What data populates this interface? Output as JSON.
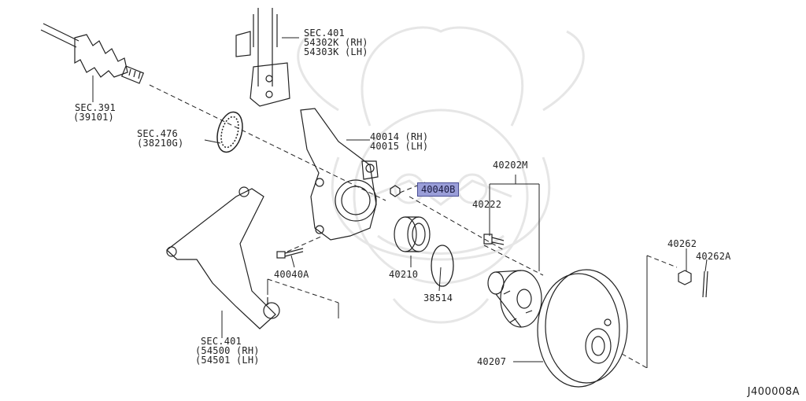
{
  "diagram": {
    "figure_code": "J400008A",
    "labels": {
      "sec391": "SEC.391",
      "p39101": "(39101)",
      "sec401_top": "SEC.401",
      "p54302k": "54302K (RH)",
      "p54303k": "54303K (LH)",
      "sec476": "SEC.476",
      "p38210g": "(38210G)",
      "p40014": "40014 (RH)",
      "p40015": "40015 (LH)",
      "p40040b": "40040B",
      "p40202m": "40202M",
      "p40222": "40222",
      "p40040a": "40040A",
      "p40210": "40210",
      "p38514": "38514",
      "p40262": "40262",
      "p40262a": "40262A",
      "sec401_bottom": "SEC.401",
      "p54500": "(54500 (RH)",
      "p54501": "(54501 (LH)",
      "p40207": "40207"
    }
  },
  "colors": {
    "highlight_fill": "#9a9ed8",
    "highlight_border": "#4b4f95",
    "line": "#222222",
    "watermark": "#e8e8e8"
  }
}
